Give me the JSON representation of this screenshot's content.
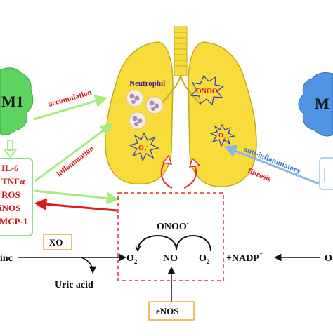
{
  "cells": {
    "left_label": "M1",
    "right_label": "M"
  },
  "lung": {
    "neutrophil_label": "Neutrophil",
    "onoo_label": "ONOO",
    "onoo_sup": "-",
    "superoxide_label": "O",
    "superoxide_sub": "2",
    "superoxide_sup": "-"
  },
  "cytokines": {
    "items": [
      "IL-6",
      "TNFα",
      "ROS",
      "iNOS",
      "MCP-1"
    ]
  },
  "arrows": {
    "accumulation": "accumulation",
    "inflammation": "inflammation",
    "anti_inflammatory": "anti-inflammatory",
    "fibrosis": "fibrosis"
  },
  "reaction": {
    "onoo": "ONOO",
    "onoo_sup": "-",
    "o2": "O",
    "o2_sub": "2",
    "o2_sup": "-",
    "no": "NO",
    "nadp": "+NADP",
    "nadp_sup": "+",
    "xanthine_partial": "inc",
    "right_partial": "O",
    "xo": "XO",
    "uric_acid": "Uric acid",
    "enos": "eNOS"
  },
  "colors": {
    "cell_green": "#5fd35f",
    "cell_blue": "#4f95e3",
    "lung_yellow": "#f7dc3c",
    "text_red": "#d31a1a",
    "text_purple": "#4a1a8a",
    "box_green": "#8fdc8f",
    "box_gold": "#e0b030",
    "dashed_red": "#e03030",
    "arrow_blue": "#8ab6e6",
    "arrow_green": "#a8ec80"
  }
}
